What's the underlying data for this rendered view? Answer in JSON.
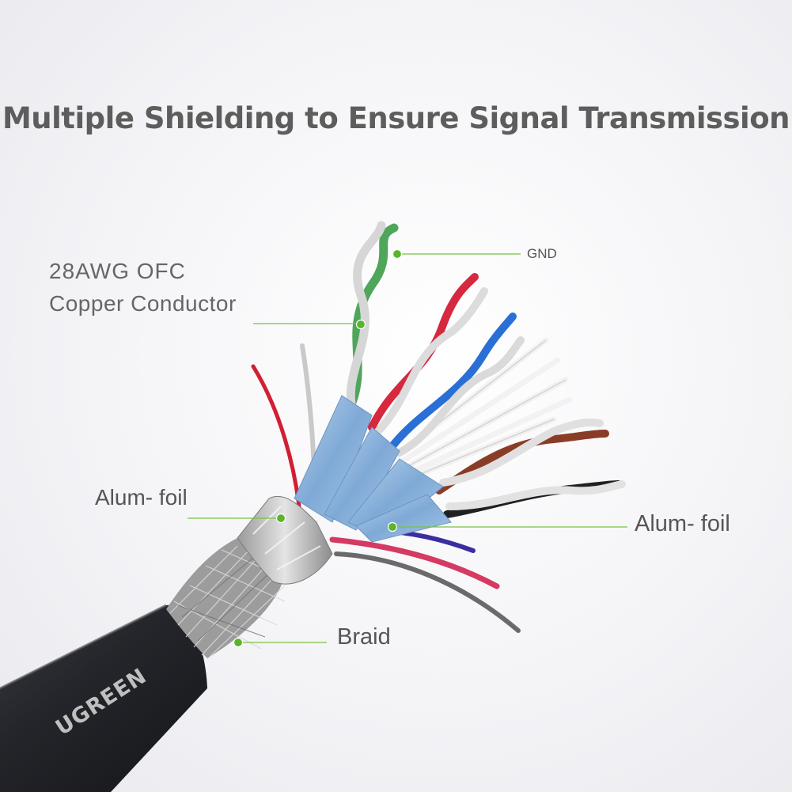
{
  "title": "Multiple Shielding to Ensure Signal Transmission",
  "labels": {
    "conductor_line1": "28AWG OFC",
    "conductor_line2": "Copper Conductor",
    "gnd": "GND",
    "foil_left": "Alum- foil",
    "foil_right": "Alum- foil",
    "braid": "Braid"
  },
  "brand": "UGREEN",
  "colors": {
    "title": "#5d5d5d",
    "leader_line": "#7ac143",
    "leader_dot": "#58b52c",
    "jacket": "#2b2d31",
    "foil": "#8fb6dc"
  }
}
